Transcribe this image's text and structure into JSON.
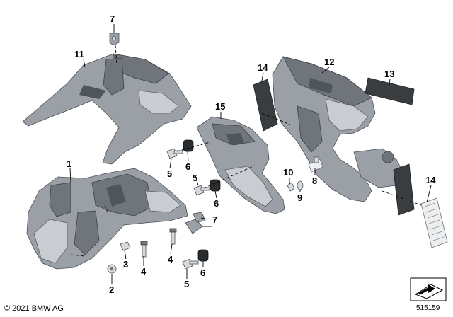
{
  "callouts": {
    "p1": "1",
    "p2": "2",
    "p3": "3",
    "p4a": "4",
    "p4b": "4",
    "p5a": "5",
    "p5b": "5",
    "p5c": "5",
    "p6a": "6",
    "p6b": "6",
    "p6c": "6",
    "p7a": "7",
    "p7b": "7",
    "p8": "8",
    "p9": "9",
    "p10": "10",
    "p11": "11",
    "p12": "12",
    "p13": "13",
    "p14a": "14",
    "p14b": "14",
    "p15": "15"
  },
  "footer": {
    "copyright": "© 2021 BMW AG",
    "diagram_id": "515159"
  },
  "icons": {
    "corner": "sheet-arrow-icon"
  }
}
